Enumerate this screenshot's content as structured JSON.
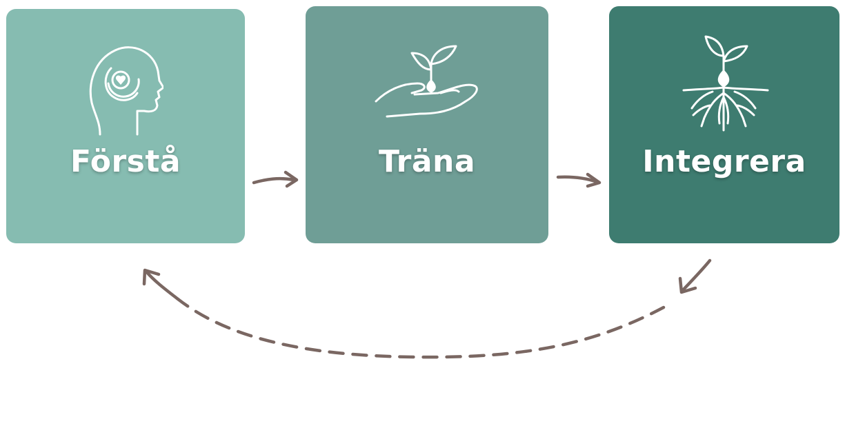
{
  "colors": {
    "step1": "#86bcb1",
    "step2": "#6f9e96",
    "step3": "#3e7c70",
    "arrow": "#7a6762",
    "text": "#ffffff"
  },
  "steps": [
    {
      "label": "Förstå",
      "icon": "head-heart-icon"
    },
    {
      "label": "Träna",
      "icon": "hand-sprout-icon"
    },
    {
      "label": "Integrera",
      "icon": "rooted-sprout-icon"
    }
  ]
}
